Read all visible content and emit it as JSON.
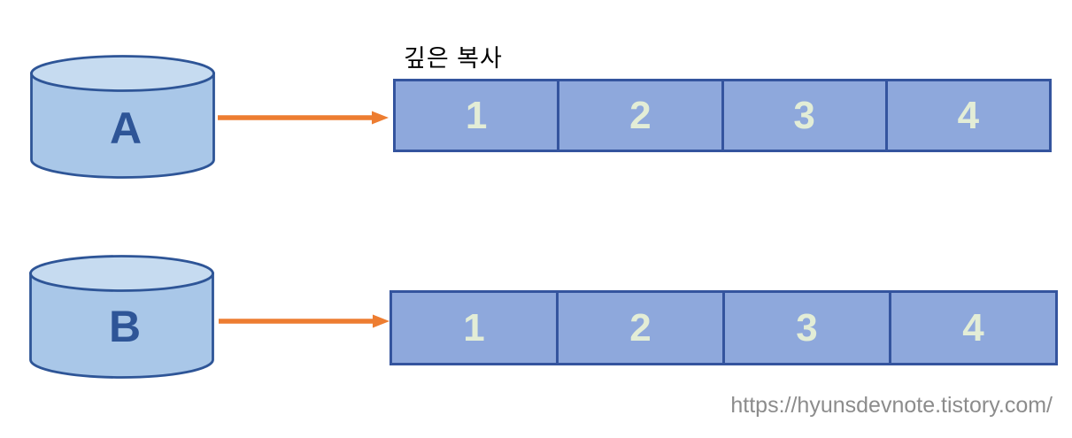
{
  "diagram": {
    "deep_copy_label": "깊은 복사",
    "watermark": "https://hyunsdevnote.tistory.com/",
    "rows": [
      {
        "cylinder": "A",
        "cells": [
          "1",
          "2",
          "3",
          "4"
        ]
      },
      {
        "cylinder": "B",
        "cells": [
          "1",
          "2",
          "3",
          "4"
        ]
      }
    ],
    "colors": {
      "cylinder_body": "#A9C7E8",
      "cylinder_top": "#C6DBF0",
      "cylinder_border": "#2E5597",
      "cylinder_letter": "#2E5597",
      "cell_fill": "#8EA8DC",
      "cell_border": "#34549E",
      "cell_number_text": "#E3EDD6",
      "arrow": "#ED7D31",
      "label_text": "#000000",
      "watermark_text": "#8C8C8C"
    }
  }
}
